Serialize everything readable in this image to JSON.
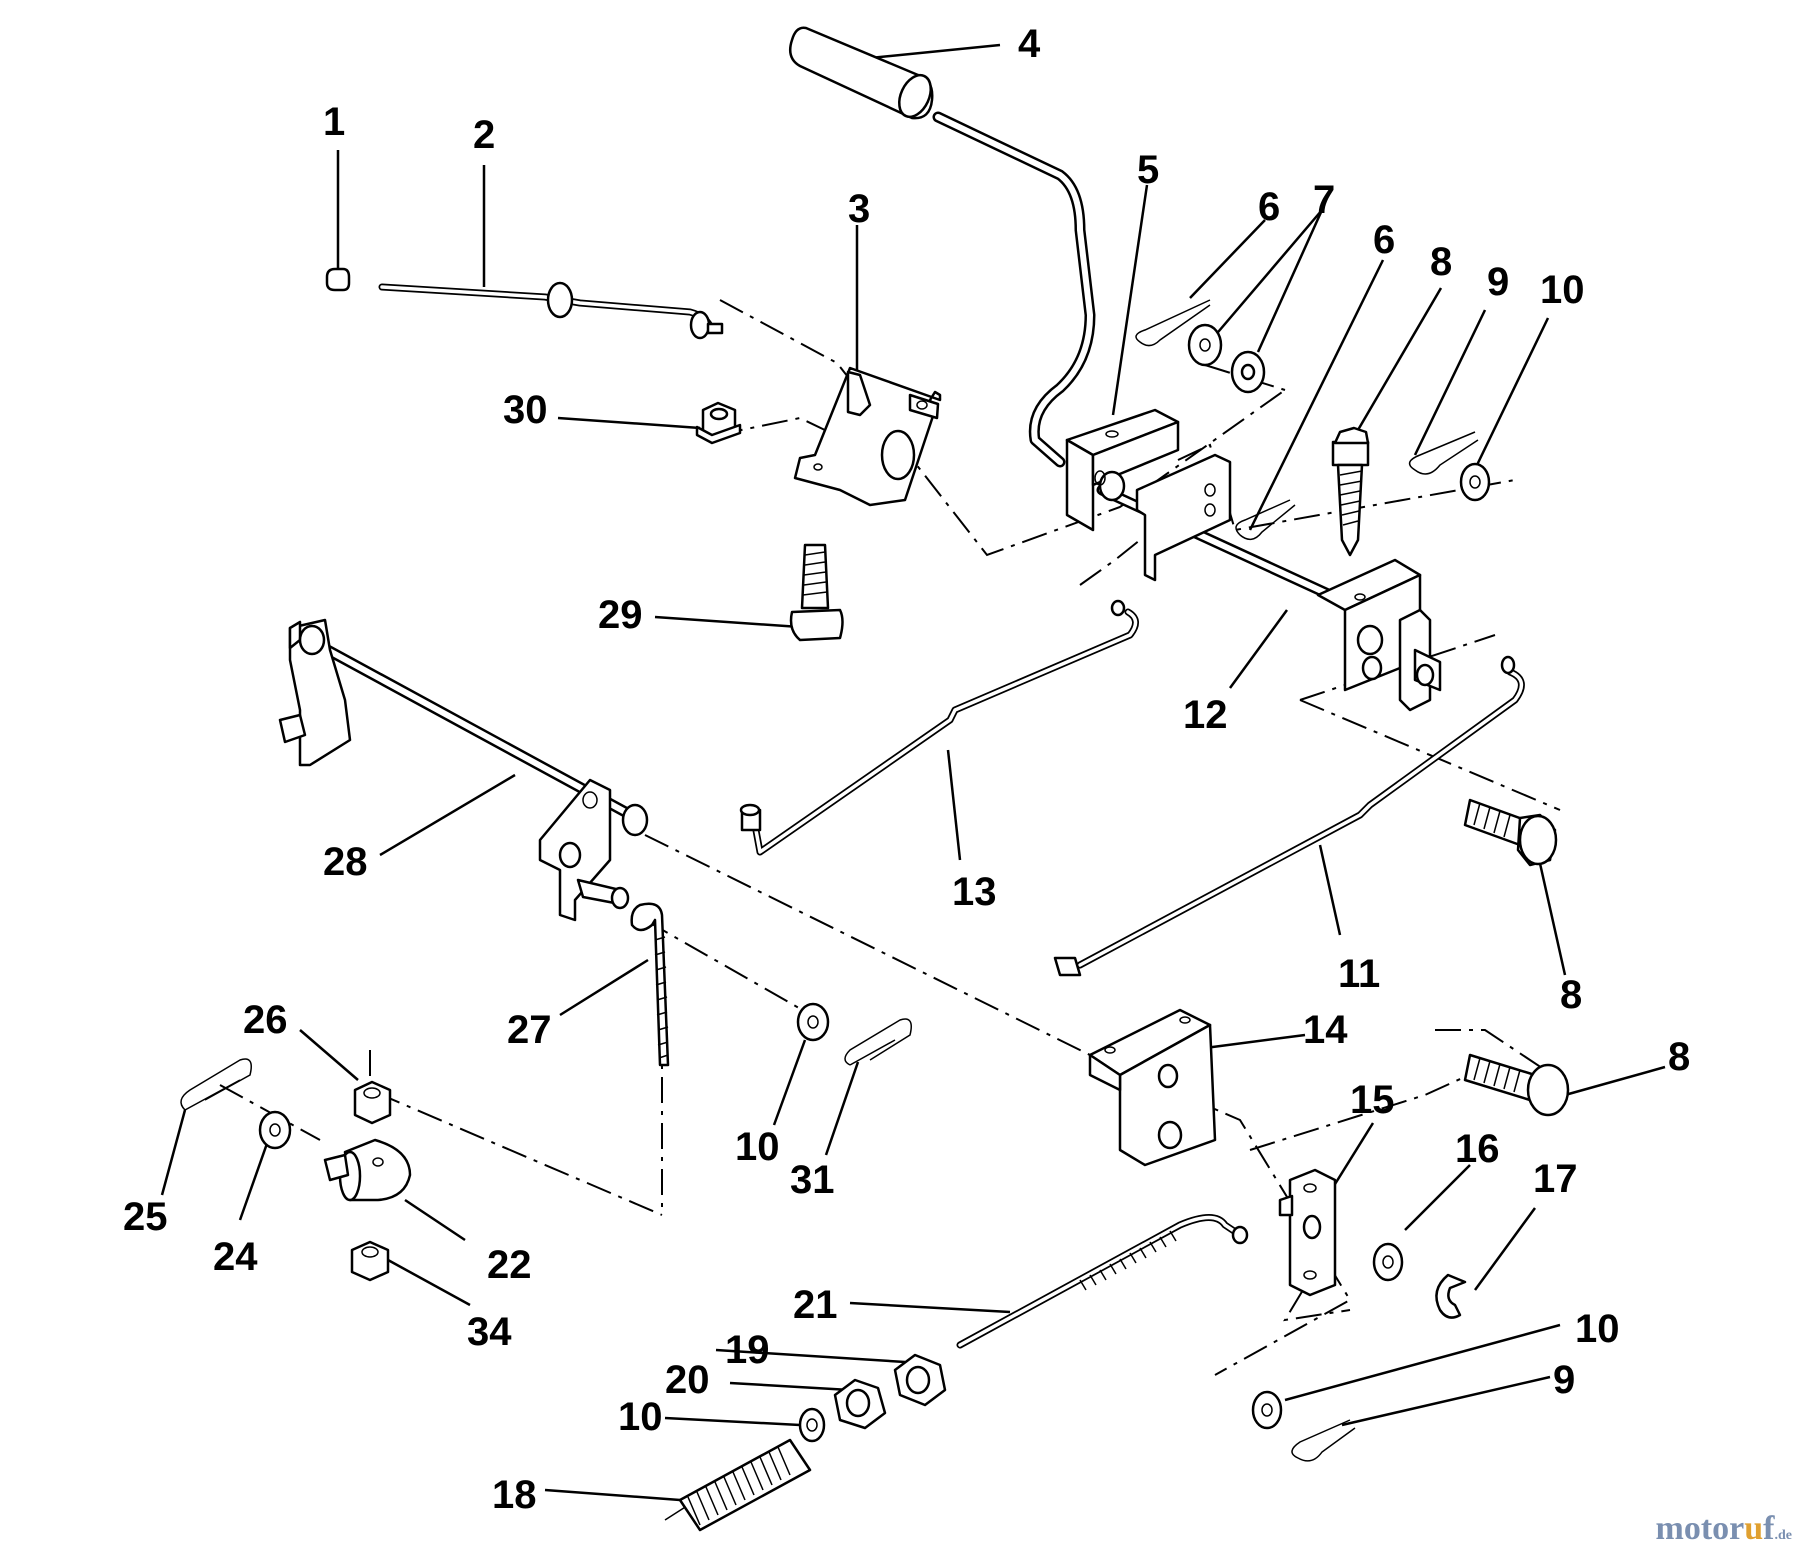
{
  "labels": [
    "1",
    "2",
    "3",
    "4",
    "5",
    "6",
    "7",
    "6",
    "8",
    "9",
    "10",
    "30",
    "29",
    "12",
    "13",
    "28",
    "11",
    "8",
    "27",
    "26",
    "14",
    "8",
    "10",
    "31",
    "25",
    "24",
    "22",
    "15",
    "16",
    "17",
    "34",
    "21",
    "10",
    "19",
    "9",
    "20",
    "10",
    "18"
  ],
  "watermark": {
    "brand_a": "motor",
    "brand_u": "u",
    "brand_b": "f",
    "suffix": ".de"
  }
}
